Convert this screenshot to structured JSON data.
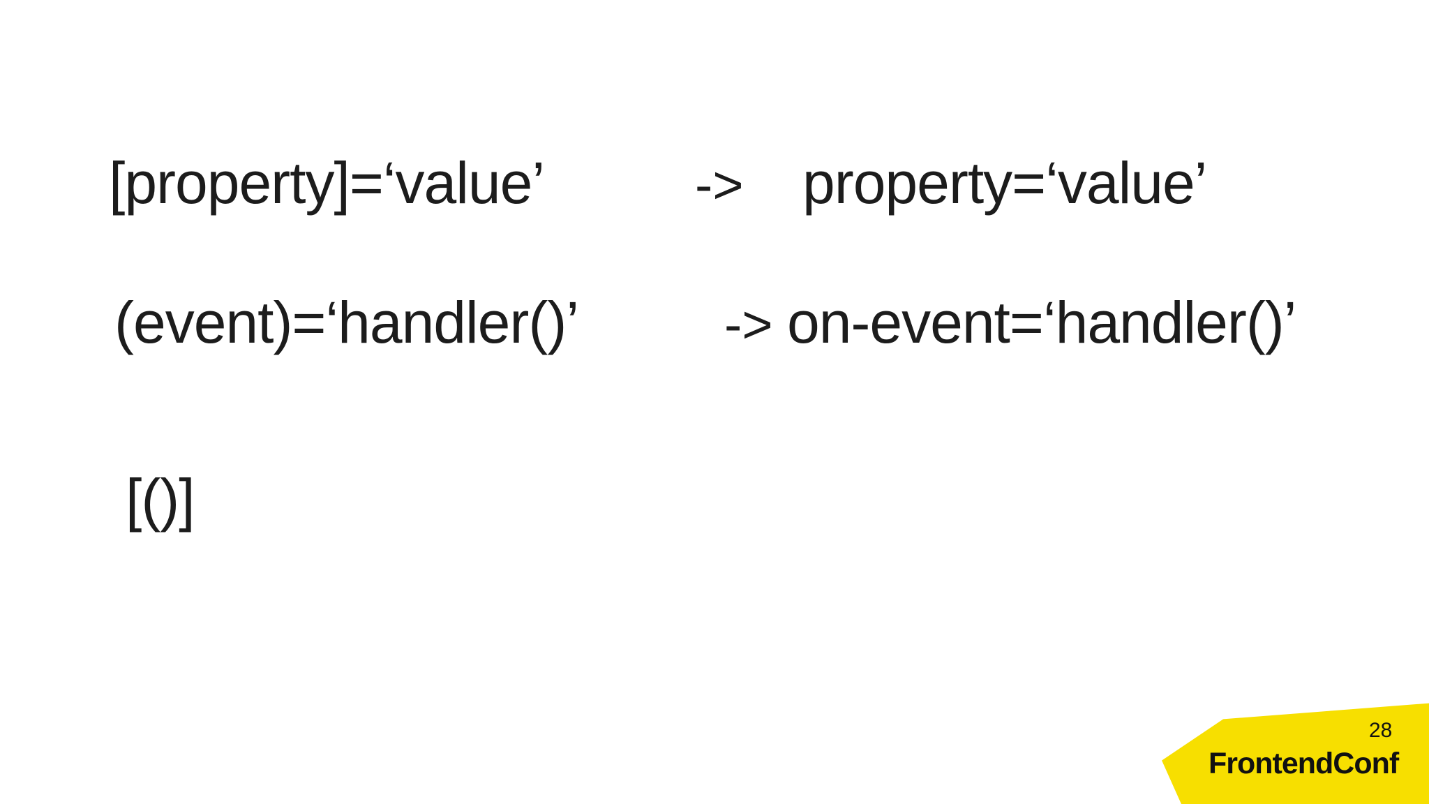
{
  "slide": {
    "background_color": "#ffffff",
    "text_color": "#1c1c1c",
    "mappings": [
      {
        "left": "[property]=‘value’",
        "arrow": "->",
        "right": "property=‘value’"
      },
      {
        "left": "(event)=‘handler()’",
        "arrow": "->",
        "right": "on-event=‘handler()’"
      },
      {
        "left": "[()]",
        "arrow": "",
        "right": ""
      }
    ]
  },
  "footer": {
    "page_number": "28",
    "brand": "FrontendConf",
    "badge_color": "#f7df00",
    "badge_text_color": "#111111"
  }
}
